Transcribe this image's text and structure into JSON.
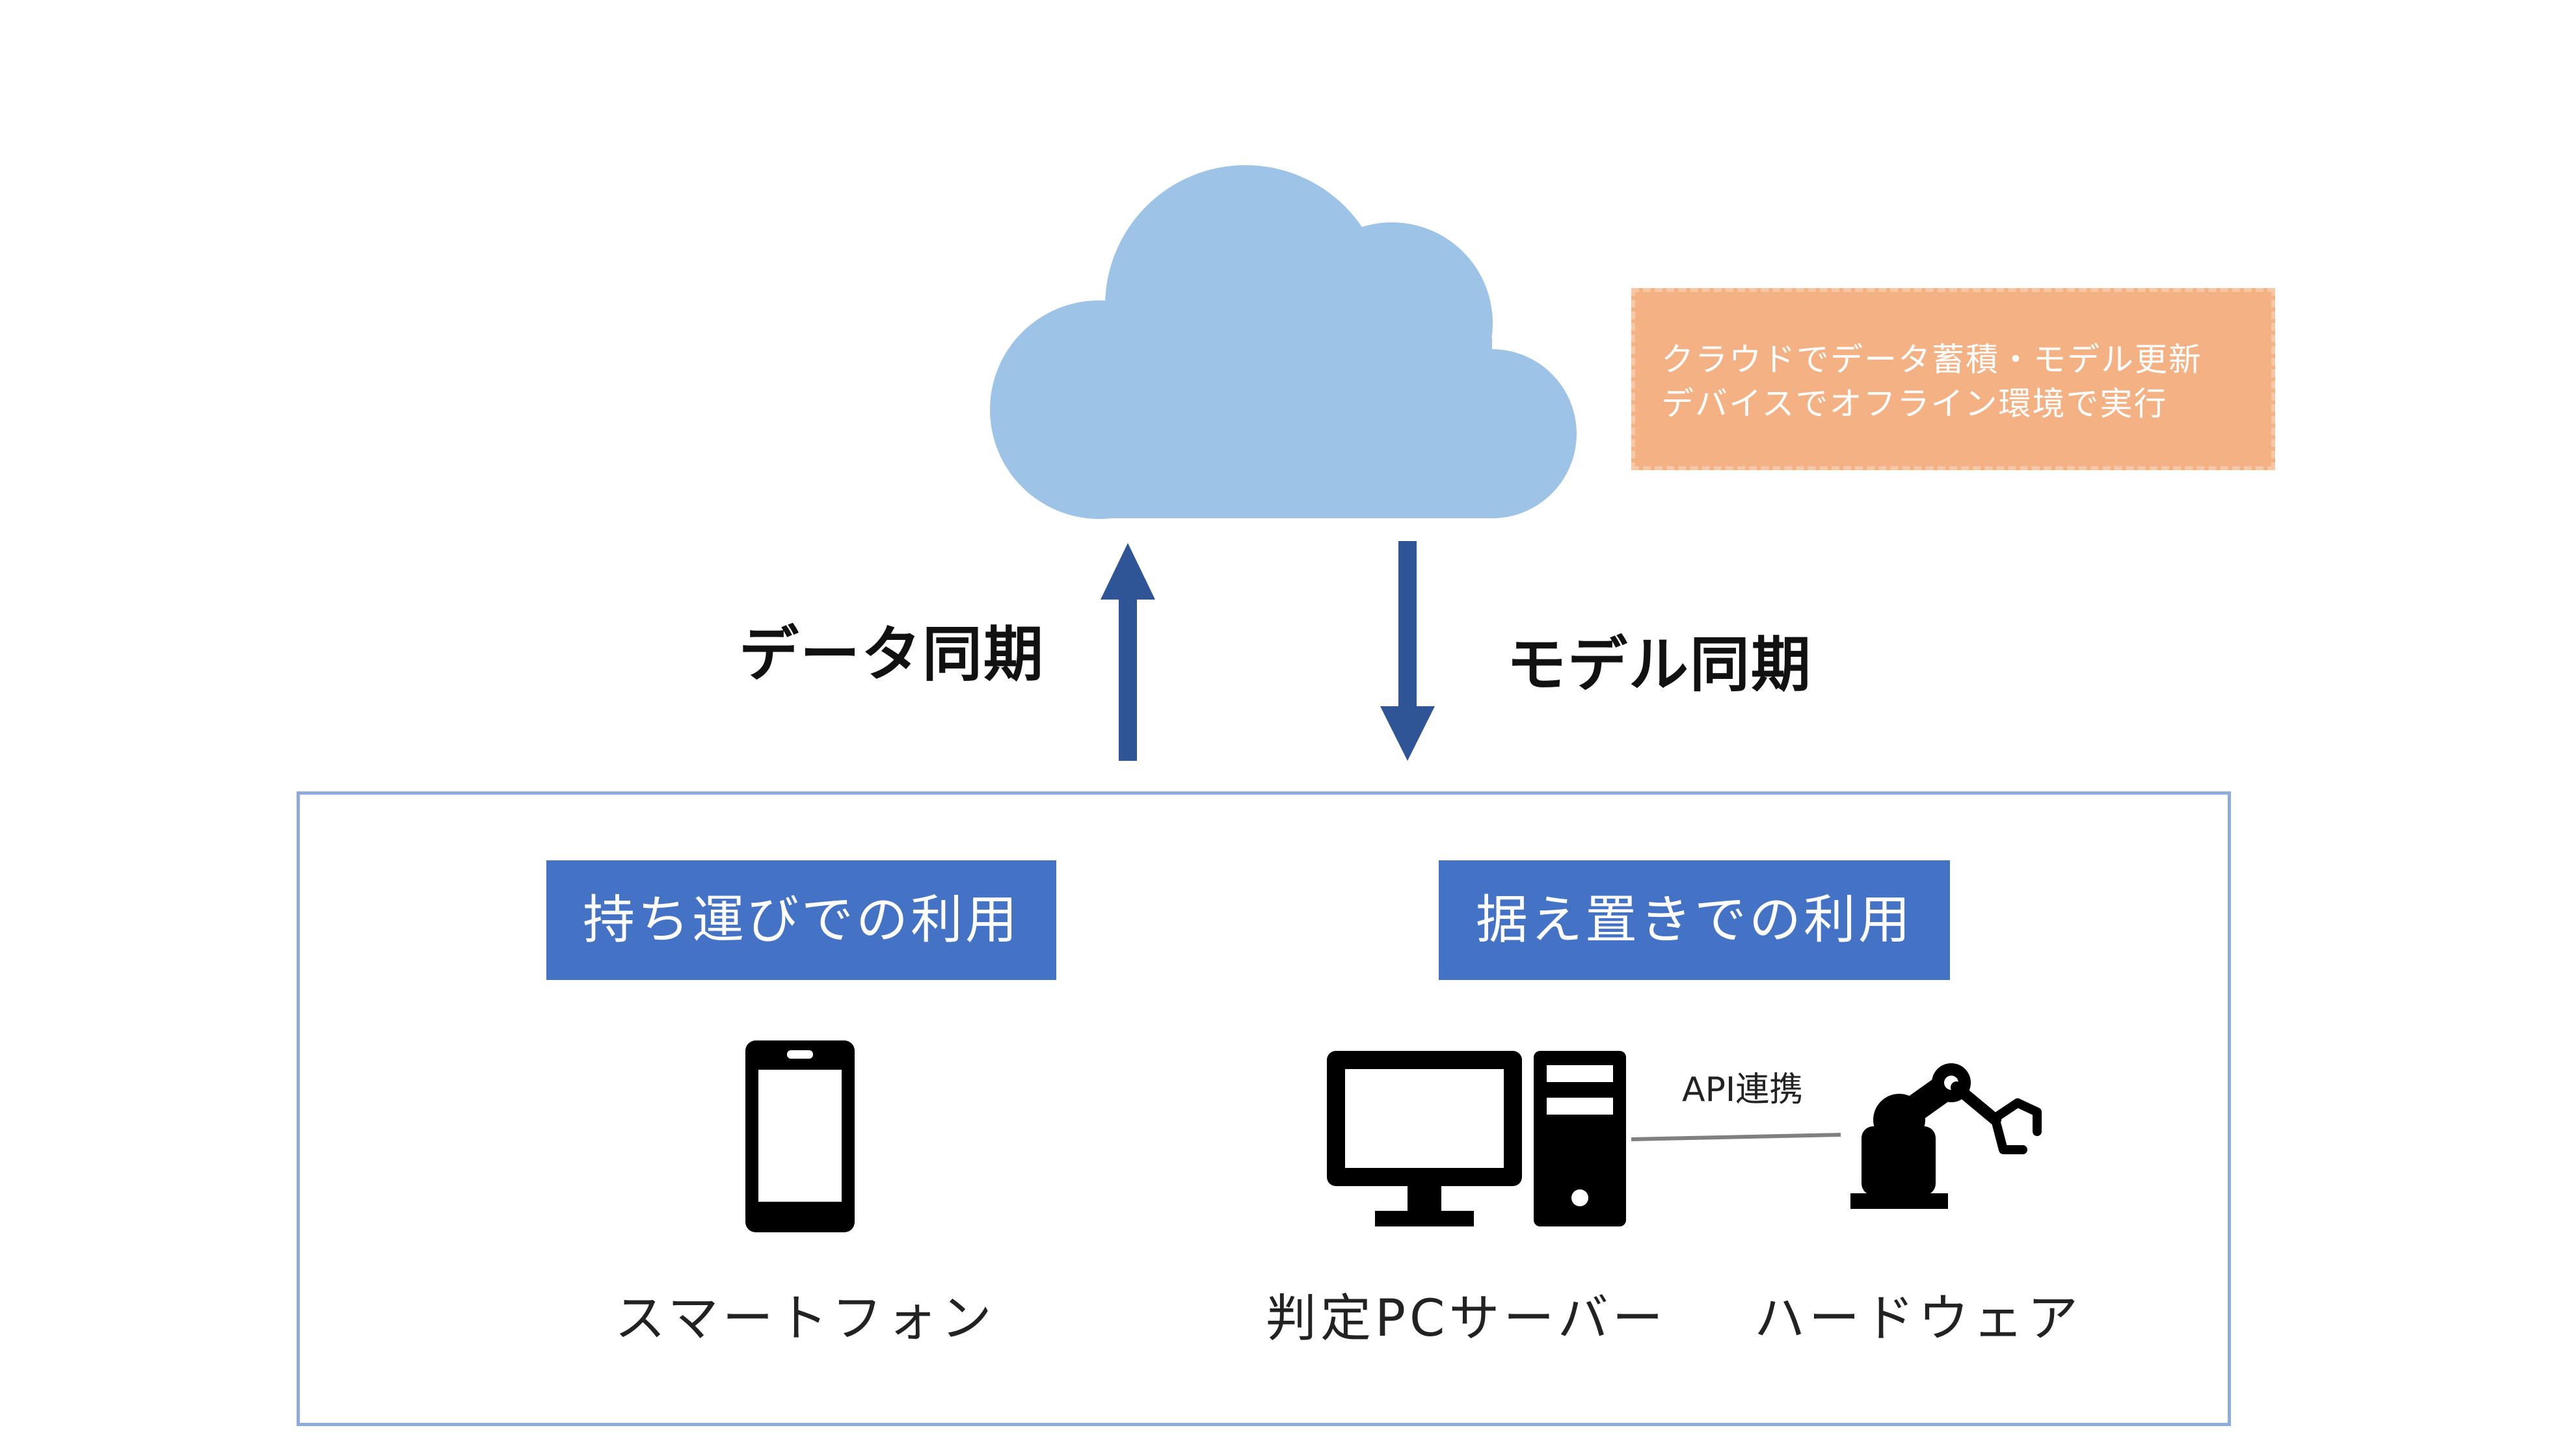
{
  "cloud": {
    "note_lines": [
      "クラウドでデータ蓄積・モデル更新",
      "デバイスでオフライン環境で実行"
    ]
  },
  "sync": {
    "data_sync_label": "データ同期",
    "model_sync_label": "モデル同期"
  },
  "devices": {
    "portable_header": "持ち運びでの利用",
    "stationary_header": "据え置きでの利用",
    "smartphone_label": "スマートフォン",
    "pc_server_label": "判定PCサーバー",
    "hardware_label": "ハードウェア",
    "api_link_label": "API連携"
  },
  "colors": {
    "cloud": "#9dc3e6",
    "arrow": "#2f5597",
    "note_background": "#f4b183",
    "header_background": "#4472c4",
    "frame_border": "#8faadc",
    "icon": "#000000"
  },
  "icons": {
    "cloud": "cloud-icon",
    "upload_arrow": "arrow-up-icon",
    "download_arrow": "arrow-down-icon",
    "smartphone": "smartphone-icon",
    "pc_server": "desktop-pc-icon",
    "hardware": "robot-arm-icon"
  }
}
